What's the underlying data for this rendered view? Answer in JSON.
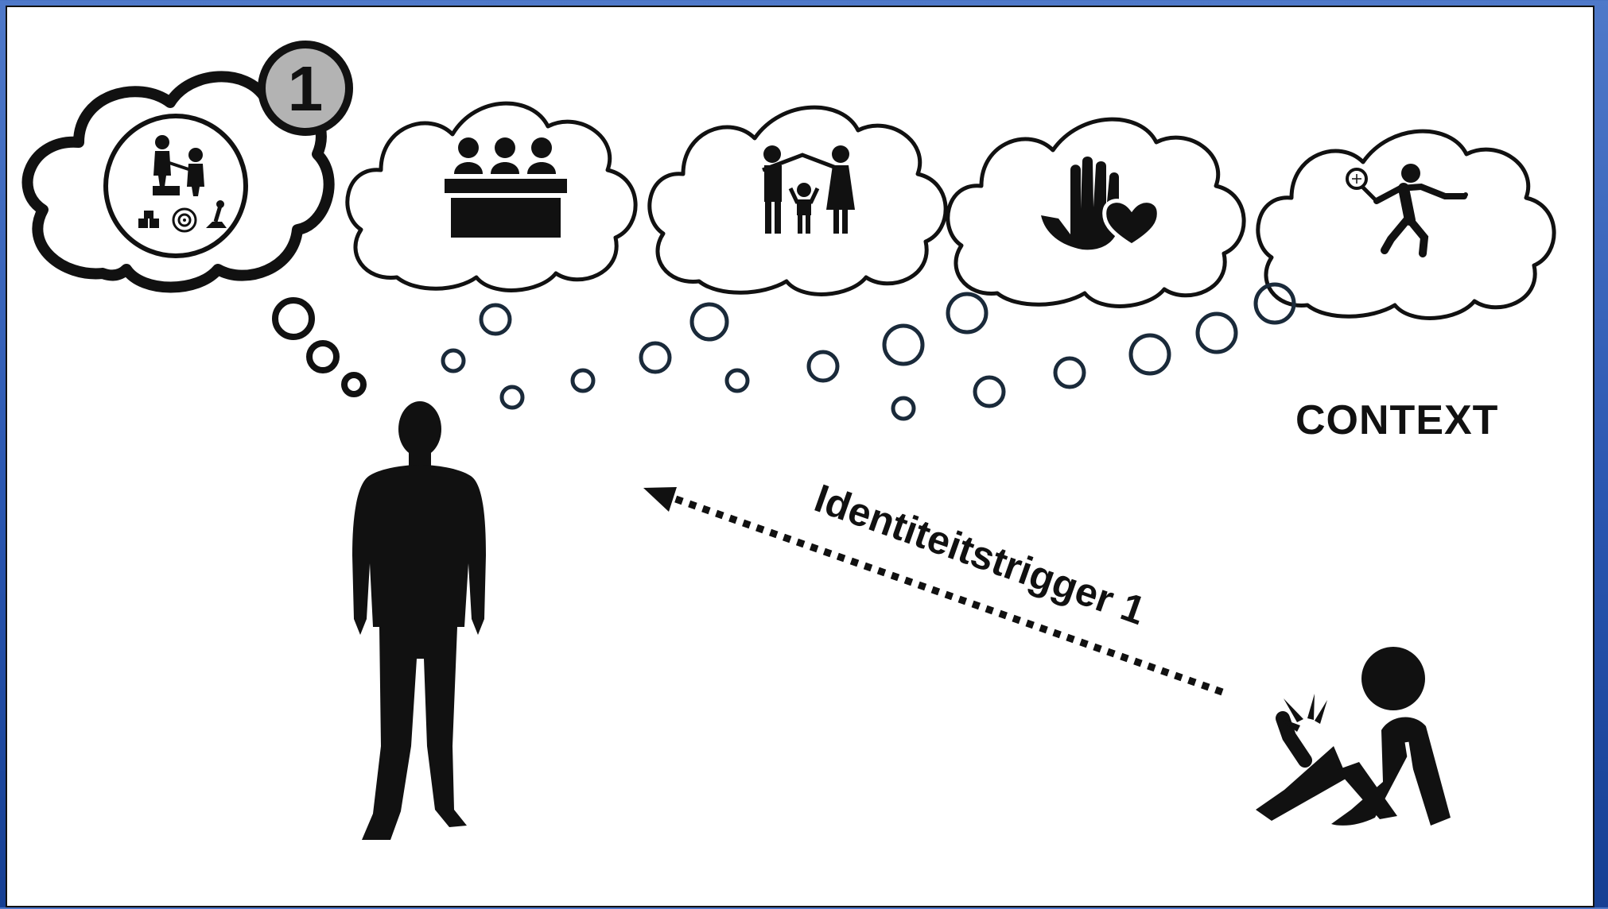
{
  "badge": {
    "number": "1"
  },
  "context_label": "CONTEXT",
  "trigger_label": "Identiteitstrigger 1",
  "icons": [
    "leadership-team-icon",
    "panel-committee-icon",
    "family-house-icon",
    "hand-heart-care-icon",
    "tennis-player-icon"
  ],
  "people": [
    "person-silhouette-icon",
    "injured-person-icon"
  ],
  "colors": {
    "ink": "#111111",
    "bubble_ring": "#1a2a3a",
    "badge_fill": "#b3b3b3",
    "frame_blue": "#2a56b0"
  }
}
